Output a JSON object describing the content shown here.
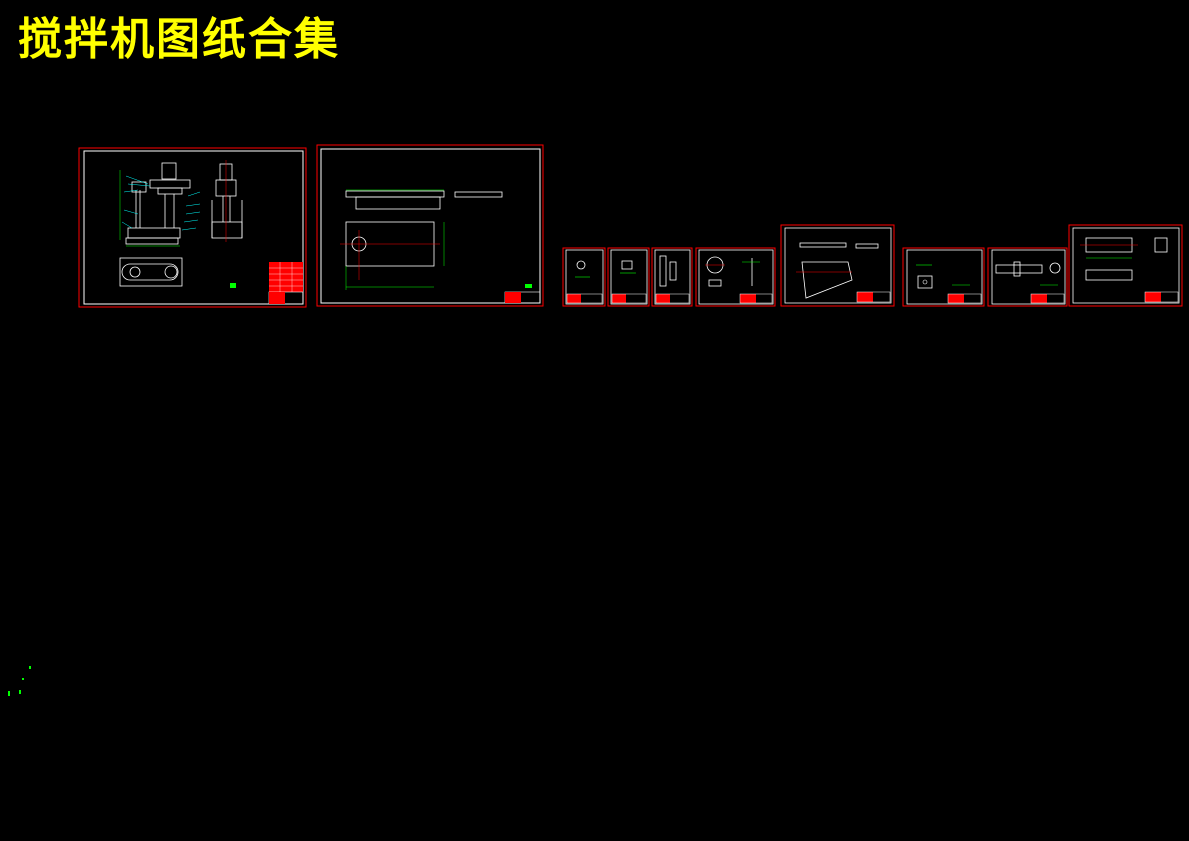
{
  "title": "搅拌机图纸合集",
  "colors": {
    "background": "#000000",
    "title": "#ffff00",
    "frame": "#ff0000",
    "inner_border": "#ffffff",
    "geometry": "#ffffff",
    "dimension": "#00ff00",
    "centerline": "#ff0000",
    "title_block_fill": "#ff0000"
  },
  "sheets": [
    {
      "id": "assembly"
    },
    {
      "id": "base-plate"
    },
    {
      "id": "part-1"
    },
    {
      "id": "part-2"
    },
    {
      "id": "part-3"
    },
    {
      "id": "part-4"
    },
    {
      "id": "part-5"
    },
    {
      "id": "part-6"
    },
    {
      "id": "part-7"
    },
    {
      "id": "part-8"
    }
  ]
}
